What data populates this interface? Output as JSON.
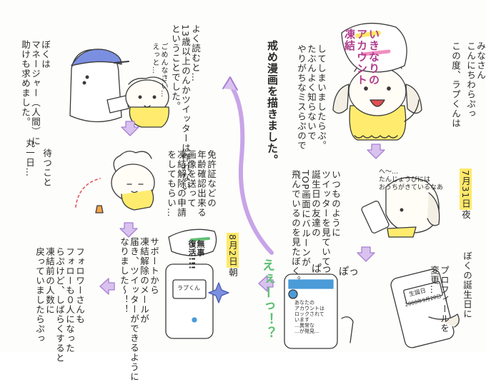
{
  "colors": {
    "outline": "#3a3a3a",
    "shirt_yellow": "#ffec6e",
    "cap_blue": "#7b8fe0",
    "arrow_purple": "#c8a4e8",
    "arrow_purple_stroke": "#a77fd3",
    "green_emph": "#5fbf73",
    "pink_line": "#f08fc0",
    "orange_line": "#f2a44a",
    "red_dots": "#e0565a",
    "phone_blue": "#4a9bd8"
  },
  "panels": {
    "p1": {
      "greet": "みなさん\nこんにちわらぷっ",
      "intro": "この度、ラプくんは",
      "bubble": "いきなりの\nアカウント\n凍結",
      "text2": "してしまいましたらぷ。\nたぶんよく知らないで\nやりがちなミスらぷので",
      "text3": "戒め漫画を描きました。"
    },
    "p2": {
      "bubble_sorry": "ごめんなさい…\nえっと…",
      "text": "よく読むと…\n13歳以上のんかツイッターは作れない\nということでした。",
      "manager": "ぼくは\nマネージャー（人間）に\n助けも求めました。"
    },
    "p3": {
      "date_day": "7月31日",
      "date_tail": "夜",
      "speech": "へ～…\nたんじょうびには\nおうちがきているなあ",
      "text": "いつものように\nツイッターを見ていて\n誕生日の友達の\nTOP画面にバルーンが\n飛んでいるのを見たぼく。"
    },
    "p4": {
      "text": "免許証などの\n年齢確認出来る\n画像を送って\n凍結解除の申請\nをしてもらい…",
      "wait": "待つこと",
      "days": "丸一日…"
    },
    "p5": {
      "birthday_text": "ぼくの誕生日に",
      "profile_text": "プロフィールを\n変更…",
      "phone_text1": "生誕日",
      "phone_text2": "2008年9月28日",
      "sfx": "ぽっ"
    },
    "p6": {
      "sfx": "ぱっ",
      "shout": "えぇーっ！？",
      "phone_text": "あなたの\nアカウントは\nロックされて\nいます\n…異常な\n…が発見…"
    },
    "p7": {
      "bubble": "無事\n復活!!!",
      "date_day": "8月2日",
      "date_tail": "朝",
      "text": "サポートから\n凍結解除のメールが\n届き、ツイッターができるように\nなりました～！！",
      "phone_label": "ラプくん"
    },
    "p8": {
      "text": "フォロワーさんも\nフォローも０人になった\nらぷけど、しばらくすると\n凍結前の人数に\n戻っていましたらぷっ"
    }
  }
}
